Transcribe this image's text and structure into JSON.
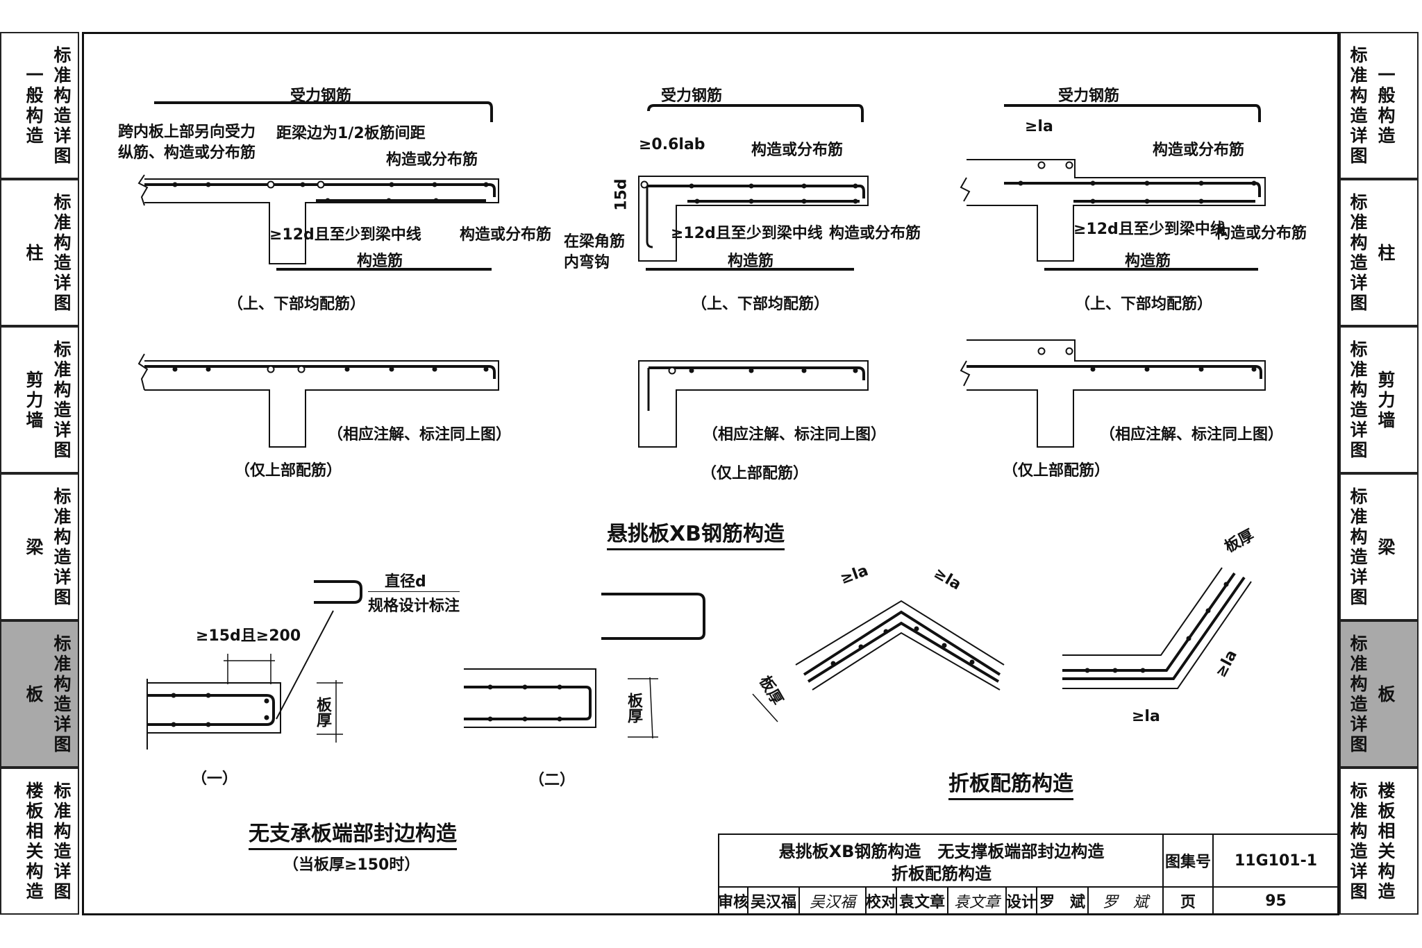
{
  "left_tabs": [
    {
      "a": "一般构造",
      "b": "标准构造详图",
      "active": false
    },
    {
      "a": "柱",
      "b": "标准构造详图",
      "active": false
    },
    {
      "a": "剪力墙",
      "b": "标准构造详图",
      "active": false
    },
    {
      "a": "梁",
      "b": "标准构造详图",
      "active": false
    },
    {
      "a": "板",
      "b": "标准构造详图",
      "active": true
    },
    {
      "a": "楼板相关构造",
      "b": "标准构造详图",
      "active": false
    }
  ],
  "top_row": {
    "stress_bar": "受力钢筋",
    "note_a1": "跨内板上部另向受力",
    "note_a2": "纵筋、构造或分布筋",
    "note_half_spacing": "距梁边为1/2板筋间距",
    "dist_bar": "构造或分布筋",
    "anchor_12d": "≥12d且至少到梁中线",
    "construct_bar": "构造筋",
    "caption_both": "（上、下部均配筋）",
    "caption_top_only": "（仅上部配筋）",
    "same_note": "（相应注解、标注同上图）",
    "dim_06lab": "≥0.6lab",
    "dim_15d": "15d",
    "corner_hook_1": "在梁角筋",
    "corner_hook_2": "内弯钩",
    "dim_la": "≥la"
  },
  "section_title_xb": "悬挑板XB钢筋构造",
  "edge_detail": {
    "dia_label": "直径d",
    "spec_label": "规格设计标注",
    "dim_15d_200": "≥15d且≥200",
    "thickness": "板厚",
    "case_1": "（一）",
    "case_2": "（二）",
    "title": "无支承板端部封边构造",
    "subtitle": "（当板厚≥150时）"
  },
  "folded": {
    "la": "≥la",
    "thickness": "板厚",
    "title": "折板配筋构造"
  },
  "title_block": {
    "line1": "悬挑板XB钢筋构造　无支撑板端部封边构造",
    "line2": "折板配筋构造",
    "atlas_label": "图集号",
    "atlas_no": "11G101-1",
    "review_label": "审核",
    "reviewer": "吴汉福",
    "check_label": "校对",
    "checker": "袁文章",
    "design_label": "设计",
    "designer": "罗　斌",
    "page_label": "页",
    "page_no": "95"
  }
}
